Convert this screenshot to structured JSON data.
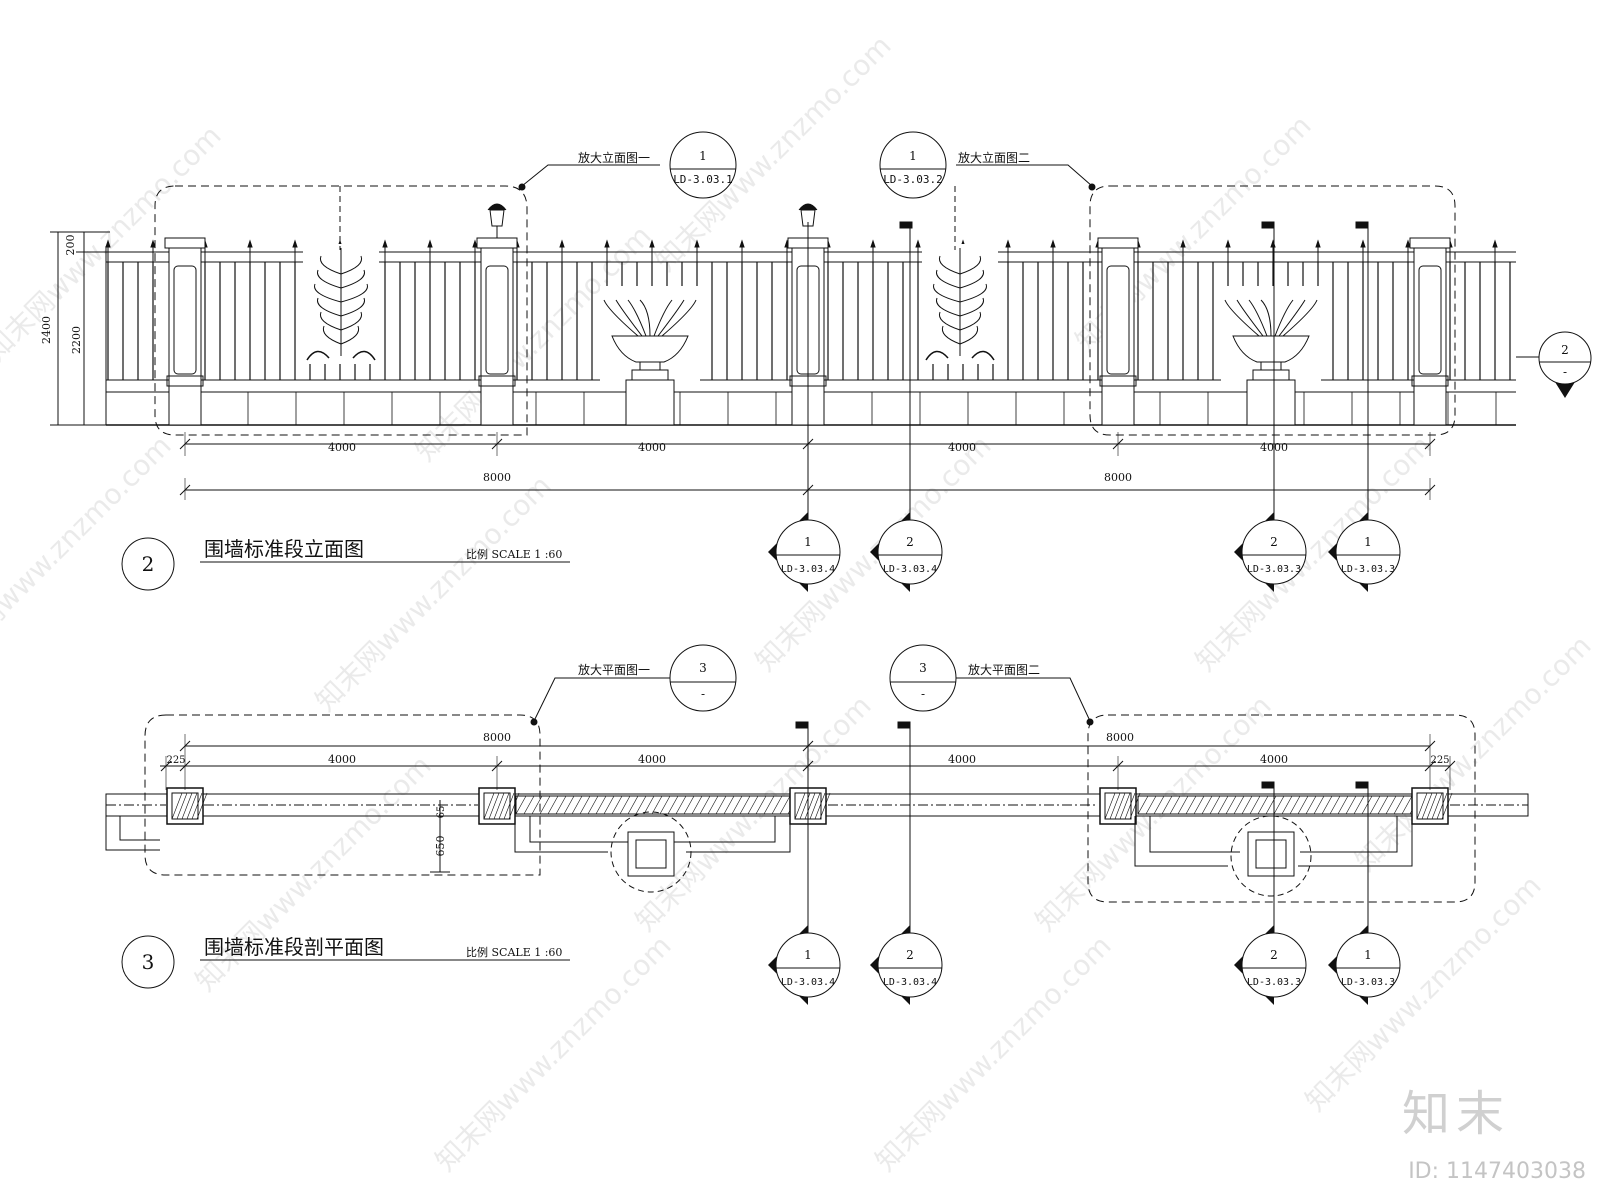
{
  "elevation": {
    "number": "2",
    "title": "围墙标准段立面图",
    "scale": "比例 SCALE 1 :60",
    "callout_left": {
      "label": "放大立面图一",
      "num": "1",
      "ref": "LD-3.03.1"
    },
    "callout_right": {
      "label": "放大立面图二",
      "num": "1",
      "ref": "LD-3.03.2"
    },
    "side_marker": {
      "num": "2",
      "ref": "-"
    },
    "dims_vertical": [
      "200",
      "2200",
      "2400"
    ],
    "dims_span": [
      "4000",
      "4000",
      "4000",
      "4000"
    ],
    "dims_total": [
      "8000",
      "8000"
    ],
    "section_markers": [
      {
        "num": "1",
        "ref": "LD-3.03.4"
      },
      {
        "num": "2",
        "ref": "LD-3.03.4"
      },
      {
        "num": "2",
        "ref": "LD-3.03.3"
      },
      {
        "num": "1",
        "ref": "LD-3.03.3"
      }
    ]
  },
  "plan": {
    "number": "3",
    "title": "围墙标准段剖平面图",
    "scale": "比例 SCALE 1 :60",
    "callout_left": {
      "label": "放大平面图一",
      "num": "3",
      "ref": "-"
    },
    "callout_right": {
      "label": "放大平面图二",
      "num": "3",
      "ref": "-"
    },
    "dims_top": [
      "8000",
      "8000"
    ],
    "dims_span": [
      "4000",
      "4000",
      "4000",
      "4000"
    ],
    "dims_small": [
      "225",
      "225"
    ],
    "dims_depth": [
      "650",
      "65"
    ],
    "section_markers": [
      {
        "num": "1",
        "ref": "LD-3.03.4"
      },
      {
        "num": "2",
        "ref": "LD-3.03.4"
      },
      {
        "num": "2",
        "ref": "LD-3.03.3"
      },
      {
        "num": "1",
        "ref": "LD-3.03.3"
      }
    ]
  },
  "watermark": "知末网www.znzmo.com",
  "logo": "知末",
  "image_id": "ID: 1147403038"
}
